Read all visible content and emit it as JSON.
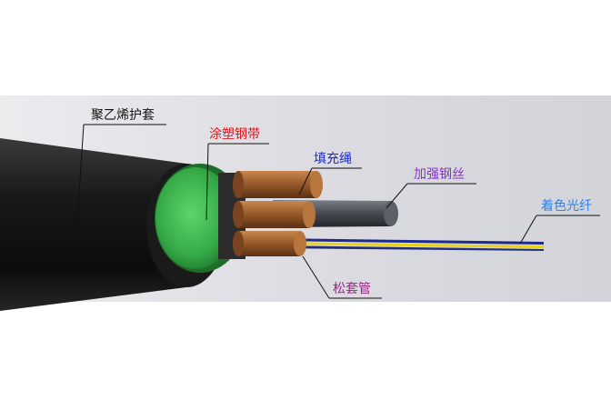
{
  "labels": {
    "sheath": {
      "text": "聚乙烯护套",
      "color": "#111111"
    },
    "coated_tape": {
      "text": "涂塑钢带",
      "color": "#e3141c"
    },
    "filler_rope": {
      "text": "填充绳",
      "color": "#1a2ad8"
    },
    "strength_wire": {
      "text": "加强钢丝",
      "color": "#8a2bd2"
    },
    "colored_fiber": {
      "text": "着色光纤",
      "color": "#2f7fe8"
    },
    "loose_tube": {
      "text": "松套管",
      "color": "#a0208a"
    }
  },
  "colors": {
    "background_band": "#e2e2e6",
    "outer_sheath": "#141414",
    "armor_tape": "#3bb24c",
    "tube_copper": "#9a5b2a",
    "strength_member": "#4a4d55",
    "fiber_blue": "#1e2a8c",
    "fiber_yellow": "#e8d21a"
  }
}
